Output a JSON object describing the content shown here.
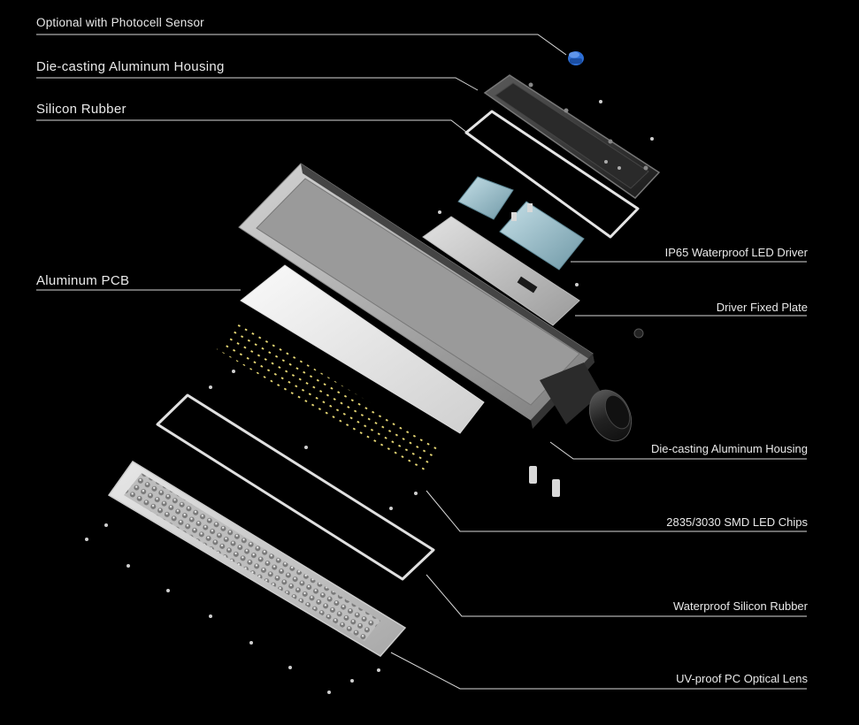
{
  "labels": {
    "photocell": "Optional with Photocell Sensor",
    "top_housing": "Die-casting Aluminum Housing",
    "top_rubber": "Silicon Rubber",
    "pcb": "Aluminum PCB",
    "led_driver": "IP65 Waterproof LED Driver",
    "driver_plate": "Driver Fixed Plate",
    "bottom_housing": "Die-casting Aluminum Housing",
    "led_chips": "2835/3030 SMD LED Chips",
    "waterproof_rubber": "Waterproof Silicon Rubber",
    "optical_lens": "UV-proof PC Optical Lens"
  },
  "colors": {
    "background": "#000000",
    "text": "#e9e9e9",
    "leader_line": "#d8d8d8",
    "photocell": "#2d6fd6",
    "led_chip": "#f2e27a",
    "driver": "#9fc4cf"
  }
}
